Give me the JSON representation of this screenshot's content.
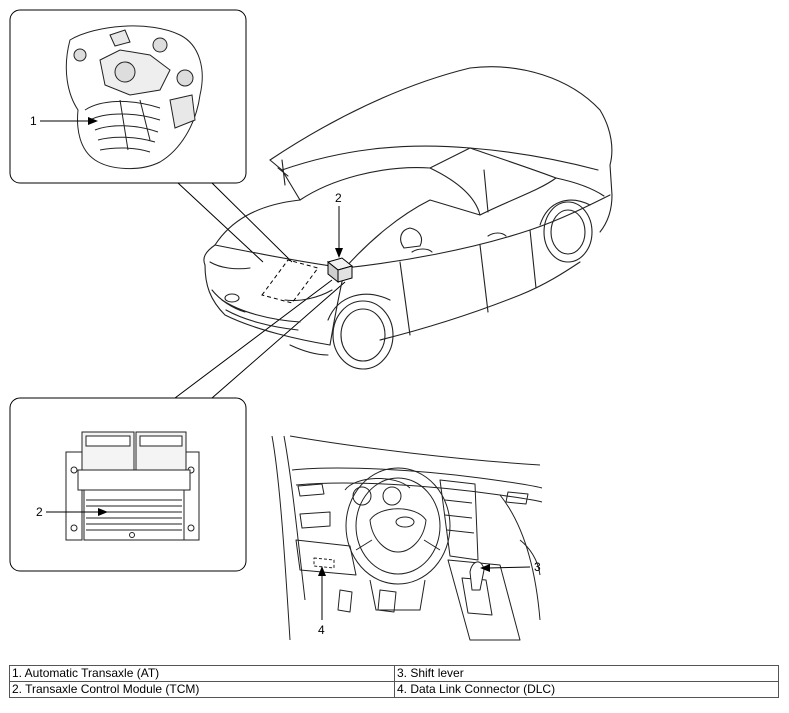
{
  "callouts": {
    "transaxle": "1",
    "tcm_on_car": "2",
    "tcm_detail": "2",
    "shift_lever": "3",
    "dlc": "4"
  },
  "legend": {
    "rows": [
      [
        "1. Automatic Transaxle (AT)",
        "3. Shift lever"
      ],
      [
        "2. Transaxle Control Module (TCM)",
        "4. Data Link Connector (DLC)"
      ]
    ]
  }
}
